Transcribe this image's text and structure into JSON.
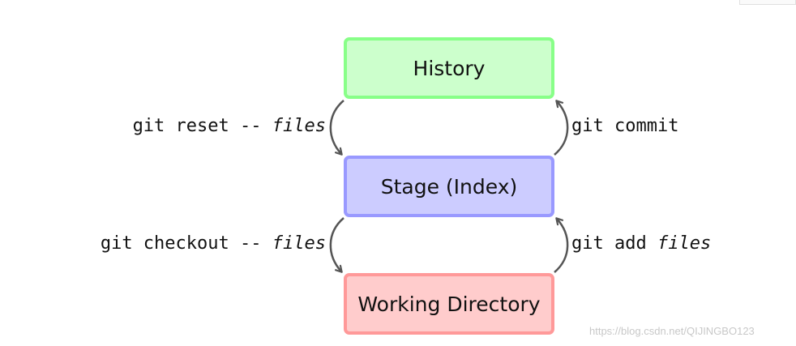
{
  "nodes": {
    "history": {
      "label": "History",
      "fill": "#ccffcc",
      "border": "#88ff88"
    },
    "stage": {
      "label": "Stage (Index)",
      "fill": "#ccccff",
      "border": "#9999ff"
    },
    "working": {
      "label": "Working Directory",
      "fill": "#ffcccc",
      "border": "#ff9999"
    }
  },
  "edges": {
    "reset": {
      "command": "git reset --",
      "argument": "files"
    },
    "checkout": {
      "command": "git checkout --",
      "argument": "files"
    },
    "commit": {
      "command": "git commit",
      "argument": ""
    },
    "add": {
      "command": "git add",
      "argument": "files"
    }
  },
  "arrow_color": "#555555",
  "watermark": "https://blog.csdn.net/QIJINGBO123"
}
